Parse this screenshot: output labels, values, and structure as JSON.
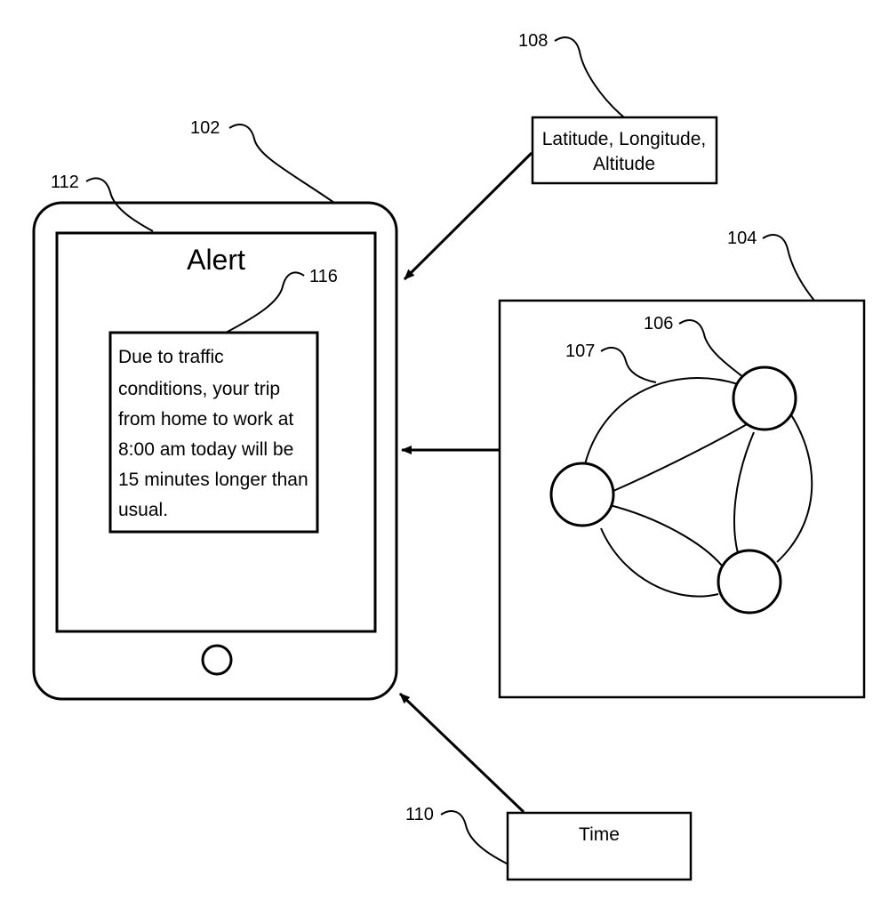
{
  "labels": {
    "device": "102",
    "screen": "112",
    "message_box": "116",
    "network_panel": "104",
    "node": "106",
    "edge": "107",
    "location_box": "108",
    "time_box": "110"
  },
  "alert": {
    "title": "Alert",
    "message_lines": [
      "Due to traffic",
      "conditions, your trip",
      "from home to work at",
      "8:00 am today will be",
      "15  minutes longer than",
      "usual."
    ]
  },
  "location_box": {
    "lines": [
      "Latitude, Longitude,",
      "Altitude"
    ]
  },
  "time_box": {
    "label": "Time"
  }
}
